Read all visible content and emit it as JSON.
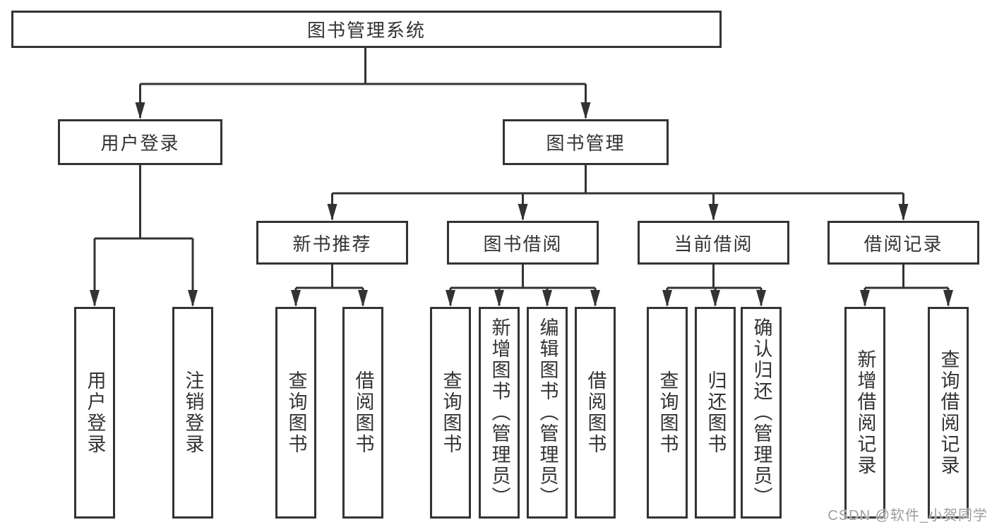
{
  "watermark": "CSDN @软件_小贺同学",
  "colors": {
    "line": "#333333",
    "box_border": "#333333",
    "text": "#333333",
    "background": "#ffffff",
    "watermark": "#a39b9b"
  },
  "tree": {
    "label": "图书管理系统",
    "children": [
      {
        "label": "用户登录",
        "children": [
          {
            "label": "用户登录"
          },
          {
            "label": "注销登录"
          }
        ]
      },
      {
        "label": "图书管理",
        "children": [
          {
            "label": "新书推荐",
            "children": [
              {
                "label": "查询图书"
              },
              {
                "label": "借阅图书"
              }
            ]
          },
          {
            "label": "图书借阅",
            "children": [
              {
                "label": "查询图书"
              },
              {
                "label": "新增图书（管理员）"
              },
              {
                "label": "编辑图书（管理员）"
              },
              {
                "label": "借阅图书"
              }
            ]
          },
          {
            "label": "当前借阅",
            "children": [
              {
                "label": "查询图书"
              },
              {
                "label": "归还图书"
              },
              {
                "label": "确认归还（管理员）"
              }
            ]
          },
          {
            "label": "借阅记录",
            "children": [
              {
                "label": "新增借阅记录"
              },
              {
                "label": "查询借阅记录"
              }
            ]
          }
        ]
      }
    ]
  }
}
